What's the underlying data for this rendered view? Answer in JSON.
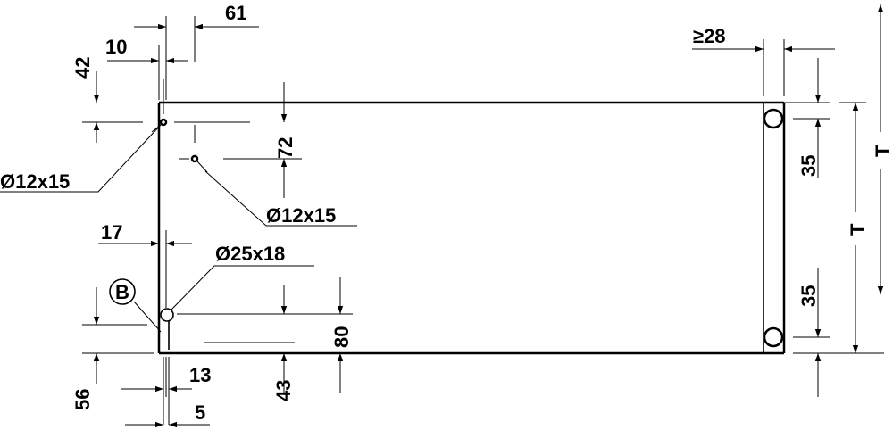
{
  "dimensions": {
    "d61": "61",
    "d10": "10",
    "d42": "42",
    "hole_top_left": "Ø12x15",
    "d72": "72",
    "hole_top_inner": "Ø12x15",
    "d17": "17",
    "hole_cup": "Ø25x18",
    "label_B": "B",
    "d80": "80",
    "d13": "13",
    "d56": "56",
    "d43": "43",
    "d5": "5",
    "d28": "≥28",
    "d35_top": "35",
    "d35_bottom": "35",
    "T_inner": "T",
    "T_outer": "T"
  }
}
